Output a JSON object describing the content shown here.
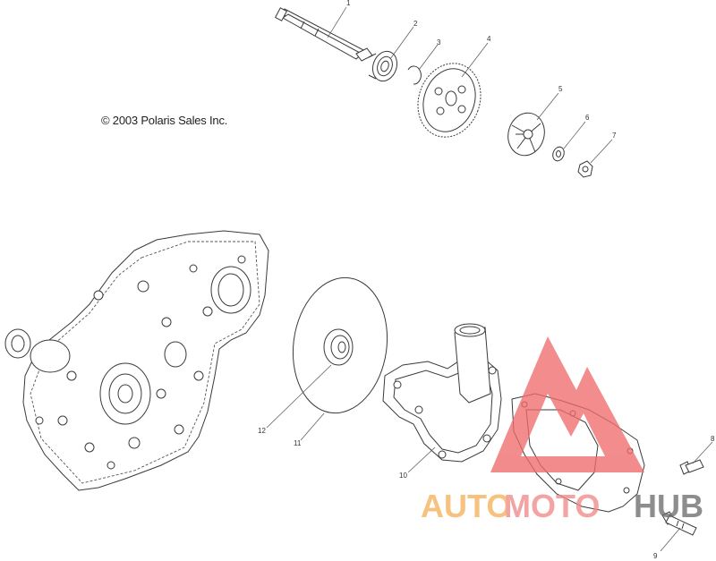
{
  "copyright": "© 2003 Polaris Sales Inc.",
  "callouts": [
    "1",
    "2",
    "3",
    "4",
    "5",
    "6",
    "7",
    "8",
    "9",
    "10",
    "11",
    "12"
  ],
  "watermark": {
    "auto": "AUTO",
    "moto": "MOTO",
    "hub": "HUB",
    "colors": {
      "auto": "#f5b15a",
      "moto": "#f08a8a",
      "hub": "#6e6e6e",
      "triangle": "#ef6b6b"
    }
  }
}
